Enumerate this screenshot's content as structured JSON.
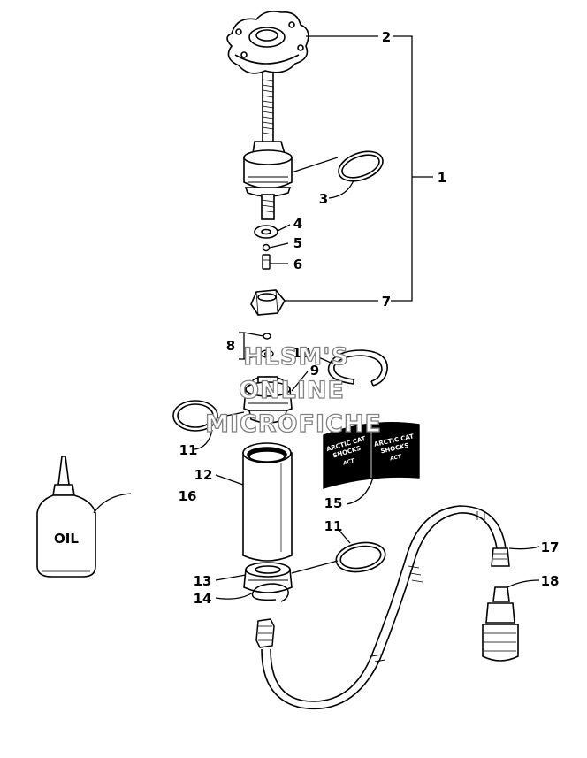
{
  "callouts": {
    "c1": "1",
    "c2": "2",
    "c3": "3",
    "c4": "4",
    "c5": "5",
    "c6": "6",
    "c7": "7",
    "c8": "8",
    "c9": "9",
    "c10": "10",
    "c11a": "11",
    "c11b": "11",
    "c12": "12",
    "c13": "13",
    "c14": "14",
    "c15": "15",
    "c16": "16",
    "c17": "17",
    "c18": "18"
  },
  "watermark": {
    "line1": "HLSM'S",
    "line2": "ONLINE",
    "line3": "MICROFICHE"
  },
  "bottle_label": "OIL",
  "decal": {
    "left_line1": "ARCTIC CAT",
    "left_line2": "SHOCKS",
    "left_logo": "ACT",
    "right_line1": "ARCTIC CAT",
    "right_line2": "SHOCKS",
    "right_logo": "ACT"
  },
  "colors": {
    "line": "#000000",
    "background": "#ffffff",
    "watermark_stroke": "#808080"
  }
}
